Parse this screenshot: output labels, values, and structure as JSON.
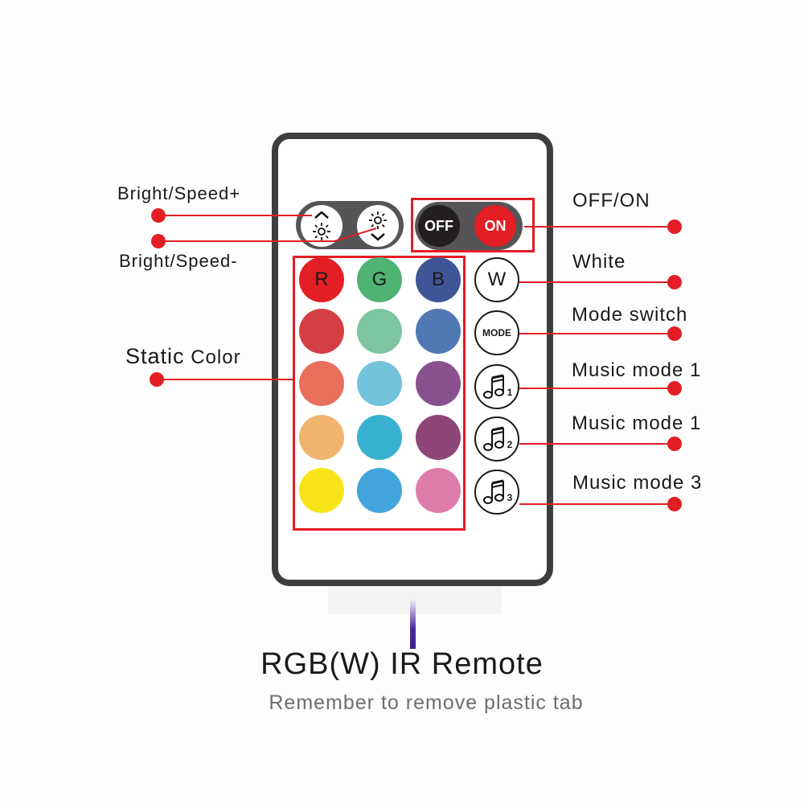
{
  "labels": {
    "bright_up": "Bright/Speed+",
    "bright_down": "Bright/Speed-",
    "off_on": "OFF/ON",
    "white": "White",
    "mode_switch": "Mode switch",
    "music1": "Music mode 1",
    "music2": "Music mode 1",
    "music3": "Music mode 3",
    "static_color_a": "Static",
    "static_color_b": "Color"
  },
  "buttons": {
    "off": "OFF",
    "on": "ON",
    "white": "W",
    "mode": "MODE",
    "music1_num": "1",
    "music2_num": "2",
    "music3_num": "3"
  },
  "color_grid": {
    "rows": [
      [
        {
          "label": "R",
          "color": "#e31e24"
        },
        {
          "label": "G",
          "color": "#4fb374"
        },
        {
          "label": "B",
          "color": "#3f5598"
        }
      ],
      [
        {
          "label": "",
          "color": "#d43f44"
        },
        {
          "label": "",
          "color": "#7cc59e"
        },
        {
          "label": "",
          "color": "#4f78b5"
        }
      ],
      [
        {
          "label": "",
          "color": "#e8705b"
        },
        {
          "label": "",
          "color": "#73c3dc"
        },
        {
          "label": "",
          "color": "#895090"
        }
      ],
      [
        {
          "label": "",
          "color": "#f1b46e"
        },
        {
          "label": "",
          "color": "#38b1d1"
        },
        {
          "label": "",
          "color": "#8e4679"
        }
      ],
      [
        {
          "label": "",
          "color": "#f8e418"
        },
        {
          "label": "",
          "color": "#42a6dc"
        },
        {
          "label": "",
          "color": "#dd7cab"
        }
      ]
    ]
  },
  "colors": {
    "accent": "#e31e24",
    "remote_border": "#3f3e3e",
    "off_button": "#231f20"
  },
  "footer": {
    "title": "RGB(W) IR Remote",
    "subtitle": "Remember to remove plastic tab"
  }
}
